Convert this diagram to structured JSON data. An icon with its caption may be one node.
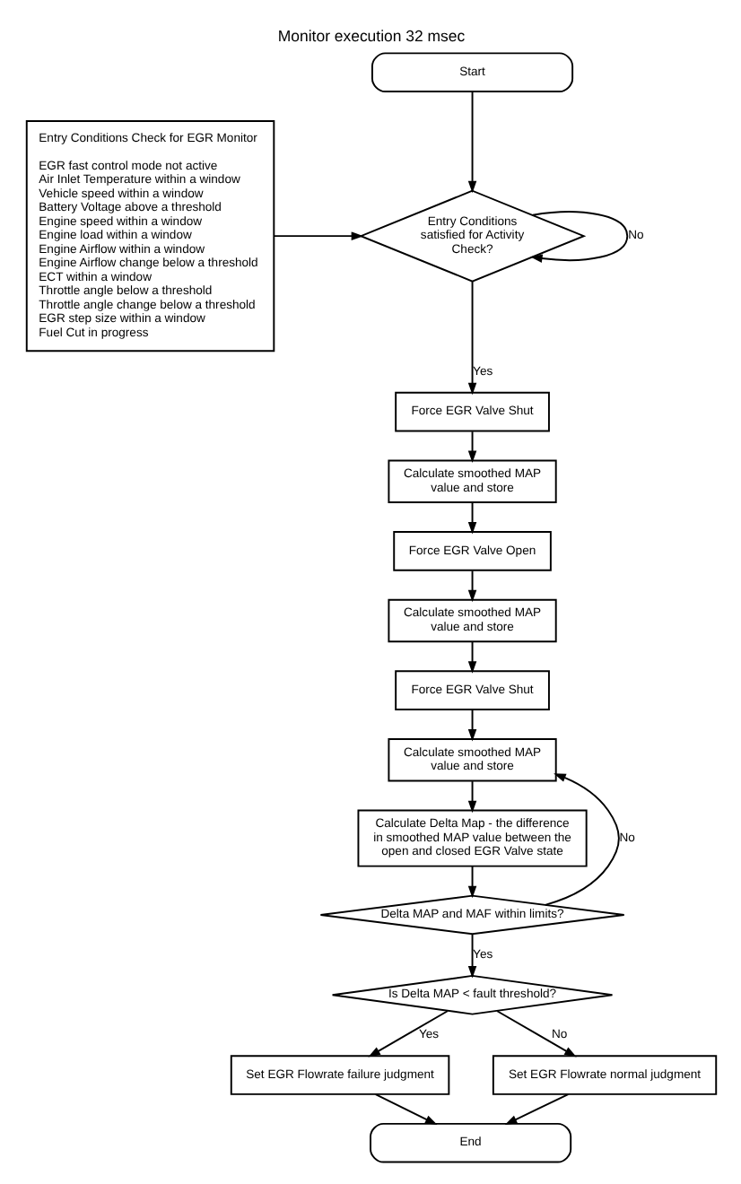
{
  "diagram": {
    "title": "Monitor execution 32 msec",
    "nodes": [
      {
        "text": [
          "Start"
        ]
      },
      {
        "text": [
          "Entry Conditions Check for EGR Monitor",
          "EGR fast control mode not active",
          "Air Inlet Temperature within a window",
          "Vehicle speed within a window",
          "Battery Voltage above a threshold",
          "Engine speed within a window",
          "Engine load within a window",
          "Engine Airflow within a window",
          "Engine Airflow change below a threshold",
          "ECT within a window",
          "Throttle angle below a threshold",
          "Throttle angle change below a threshold",
          "EGR step size within a window",
          "Fuel Cut in progress"
        ]
      },
      {
        "text": [
          "Entry Conditions satisfied for Activity Check?"
        ]
      },
      {
        "text": [
          "Force EGR Valve Shut"
        ]
      },
      {
        "text": [
          "Calculate smoothed MAP value and store"
        ]
      },
      {
        "text": [
          "Force EGR Valve Open"
        ]
      },
      {
        "text": [
          "Calculate smoothed MAP value and store"
        ]
      },
      {
        "text": [
          "Force EGR Valve Shut"
        ]
      },
      {
        "text": [
          "Calculate smoothed MAP value and store"
        ]
      },
      {
        "text": [
          "Calculate Delta Map - the difference in smoothed MAP value between the open and closed EGR Valve state"
        ]
      },
      {
        "text": [
          "Delta MAP and MAF within limits?"
        ]
      },
      {
        "text": [
          "Is Delta MAP < fault threshold?"
        ]
      },
      {
        "text": [
          "Set EGR Flowrate failure judgment"
        ]
      },
      {
        "text": [
          "Set EGR Flowrate normal judgment"
        ]
      },
      {
        "text": [
          "End"
        ]
      }
    ],
    "edges": [
      {
        "from": 0,
        "to": 2,
        "arrow": "to"
      },
      {
        "from": 1,
        "to": 2,
        "arrow": "to"
      },
      {
        "from": 2,
        "to": 2,
        "arrow": "to",
        "label": "No"
      },
      {
        "from": 2,
        "to": 3,
        "arrow": "to",
        "label": "Yes"
      },
      {
        "from": 3,
        "to": 4,
        "arrow": "to"
      },
      {
        "from": 4,
        "to": 5,
        "arrow": "to"
      },
      {
        "from": 5,
        "to": 6,
        "arrow": "to"
      },
      {
        "from": 6,
        "to": 7,
        "arrow": "to"
      },
      {
        "from": 7,
        "to": 8,
        "arrow": "to"
      },
      {
        "from": 8,
        "to": 9,
        "arrow": "to"
      },
      {
        "from": 9,
        "to": 10,
        "arrow": "to"
      },
      {
        "from": 10,
        "to": 8,
        "arrow": "to",
        "label": "No"
      },
      {
        "from": 10,
        "to": 11,
        "arrow": "to",
        "label": "Yes"
      },
      {
        "from": 11,
        "to": 12,
        "arrow": "to",
        "label": "Yes"
      },
      {
        "from": 11,
        "to": 13,
        "arrow": "to",
        "label": "No"
      },
      {
        "from": 12,
        "to": 14,
        "arrow": "to"
      },
      {
        "from": 13,
        "to": 14,
        "arrow": "to"
      }
    ]
  }
}
